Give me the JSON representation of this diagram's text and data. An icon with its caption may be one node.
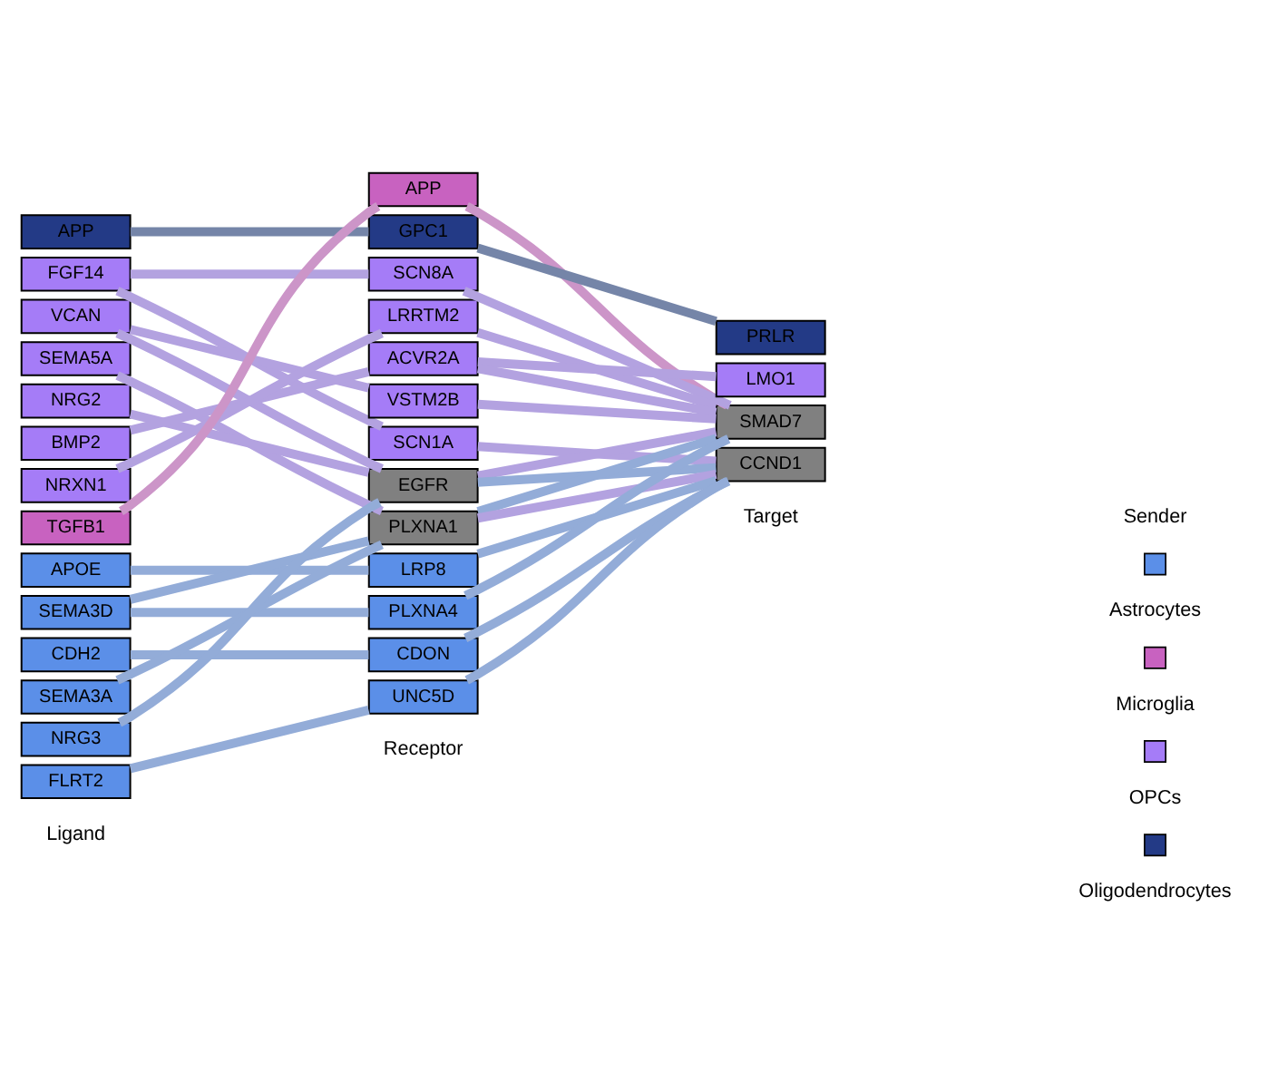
{
  "diagram": {
    "nodes": [
      {
        "text": [
          "APP"
        ]
      },
      {
        "text": [
          "FGF14"
        ]
      },
      {
        "text": [
          "VCAN"
        ]
      },
      {
        "text": [
          "SEMA5A"
        ]
      },
      {
        "text": [
          "NRG2"
        ]
      },
      {
        "text": [
          "BMP2"
        ]
      },
      {
        "text": [
          "NRXN1"
        ]
      },
      {
        "text": [
          "TGFB1"
        ]
      },
      {
        "text": [
          "APOE"
        ]
      },
      {
        "text": [
          "SEMA3D"
        ]
      },
      {
        "text": [
          "CDH2"
        ]
      },
      {
        "text": [
          "SEMA3A"
        ]
      },
      {
        "text": [
          "NRG3"
        ]
      },
      {
        "text": [
          "FLRT2"
        ]
      },
      {
        "text": [
          "APP"
        ]
      },
      {
        "text": [
          "GPC1"
        ]
      },
      {
        "text": [
          "SCN8A"
        ]
      },
      {
        "text": [
          "LRRTM2"
        ]
      },
      {
        "text": [
          "ACVR2A"
        ]
      },
      {
        "text": [
          "VSTM2B"
        ]
      },
      {
        "text": [
          "SCN1A"
        ]
      },
      {
        "text": [
          "EGFR"
        ]
      },
      {
        "text": [
          "PLXNA1"
        ]
      },
      {
        "text": [
          "LRP8"
        ]
      },
      {
        "text": [
          "PLXNA4"
        ]
      },
      {
        "text": [
          "CDON"
        ]
      },
      {
        "text": [
          "UNC5D"
        ]
      },
      {
        "text": [
          "PRLR"
        ]
      },
      {
        "text": [
          "LMO1"
        ]
      },
      {
        "text": [
          "SMAD7"
        ]
      },
      {
        "text": [
          "CCND1"
        ]
      }
    ],
    "edges": [
      {
        "from": 0,
        "to": 15,
        "arrow": "none",
        "color": "#7585a8"
      },
      {
        "from": 1,
        "to": 16,
        "arrow": "none"
      },
      {
        "from": 1,
        "to": 20,
        "arrow": "none"
      },
      {
        "from": 2,
        "to": 21,
        "arrow": "none"
      },
      {
        "from": 2,
        "to": 19,
        "arrow": "none"
      },
      {
        "from": 3,
        "to": 22,
        "arrow": "none"
      },
      {
        "from": 4,
        "to": 21,
        "arrow": "none"
      },
      {
        "from": 5,
        "to": 18,
        "arrow": "none"
      },
      {
        "from": 6,
        "to": 17,
        "arrow": "none"
      },
      {
        "from": 7,
        "to": 14,
        "arrow": "none",
        "color": "#cc95c8"
      },
      {
        "from": 8,
        "to": 23,
        "arrow": "none",
        "color": "#93acd8"
      },
      {
        "from": 9,
        "to": 22,
        "arrow": "none",
        "color": "#93acd8"
      },
      {
        "from": 9,
        "to": 24,
        "arrow": "none",
        "color": "#93acd8"
      },
      {
        "from": 10,
        "to": 25,
        "arrow": "none",
        "color": "#93acd8"
      },
      {
        "from": 11,
        "to": 22,
        "arrow": "none",
        "color": "#93acd8"
      },
      {
        "from": 12,
        "to": 21,
        "arrow": "none",
        "color": "#93acd8"
      },
      {
        "from": 13,
        "to": 26,
        "arrow": "none",
        "color": "#93acd8"
      },
      {
        "from": 14,
        "to": 29,
        "arrow": "none",
        "color": "#cc95c8"
      },
      {
        "from": 15,
        "to": 27,
        "arrow": "none",
        "color": "#7585a8"
      },
      {
        "from": 18,
        "to": 28,
        "arrow": "none"
      },
      {
        "from": 16,
        "to": 29,
        "arrow": "none"
      },
      {
        "from": 17,
        "to": 29,
        "arrow": "none"
      },
      {
        "from": 18,
        "to": 29,
        "arrow": "none"
      },
      {
        "from": 19,
        "to": 29,
        "arrow": "none"
      },
      {
        "from": 20,
        "to": 30,
        "arrow": "none"
      },
      {
        "from": 21,
        "to": 29,
        "arrow": "none"
      },
      {
        "from": 21,
        "to": 30,
        "arrow": "none",
        "color": "#93acd8"
      },
      {
        "from": 22,
        "to": 29,
        "arrow": "none",
        "color": "#93acd8"
      },
      {
        "from": 22,
        "to": 30,
        "arrow": "none"
      },
      {
        "from": 23,
        "to": 30,
        "arrow": "none",
        "color": "#93acd8"
      },
      {
        "from": 24,
        "to": 29,
        "arrow": "none",
        "color": "#93acd8"
      },
      {
        "from": 25,
        "to": 30,
        "arrow": "none",
        "color": "#93acd8"
      },
      {
        "from": 26,
        "to": 30,
        "arrow": "none",
        "color": "#93acd8"
      }
    ],
    "labels": [
      "Ligand",
      "Receptor",
      "Target",
      "Sender"
    ],
    "legend": [
      {
        "text": "Astrocytes",
        "color": "#5b8fe8"
      },
      {
        "text": "Microglia",
        "color": "#c862c0"
      },
      {
        "text": "OPCs",
        "color": "#a57cf7"
      },
      {
        "text": "Oligodendrocytes",
        "color": "#233a86"
      }
    ]
  }
}
